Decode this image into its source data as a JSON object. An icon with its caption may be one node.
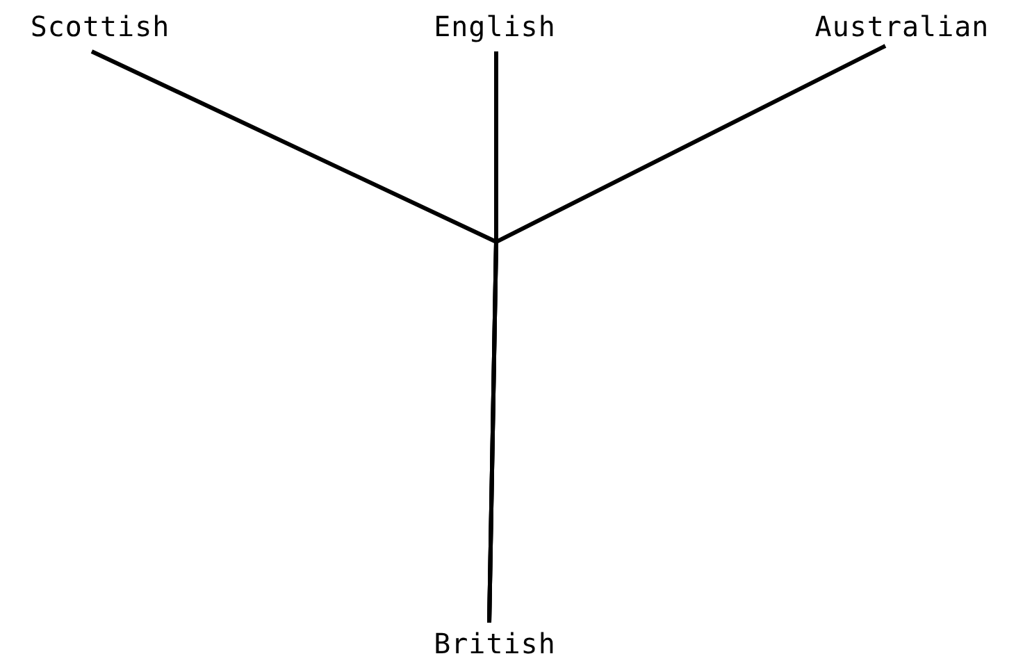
{
  "diagram": {
    "nodes": [
      {
        "text": [
          "Scottish"
        ]
      },
      {
        "text": [
          "English"
        ]
      },
      {
        "text": [
          "Australian"
        ]
      },
      {
        "text": [
          "British"
        ]
      }
    ],
    "edges": [
      {
        "from": 0,
        "to": 3,
        "arrow": "none"
      },
      {
        "from": 1,
        "to": 3,
        "arrow": "none"
      },
      {
        "from": 2,
        "to": 3,
        "arrow": "none"
      }
    ]
  }
}
